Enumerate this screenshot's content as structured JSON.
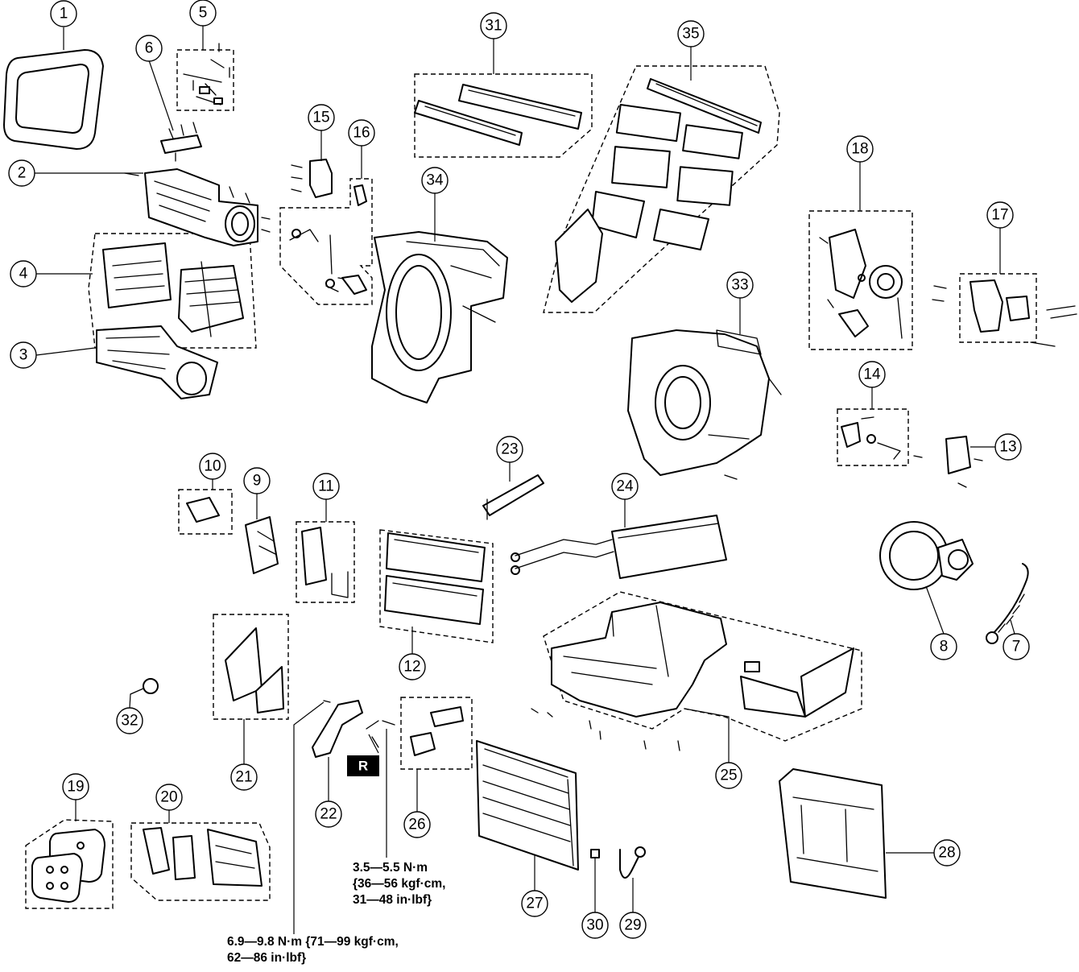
{
  "callouts": [
    "1",
    "2",
    "3",
    "4",
    "5",
    "6",
    "7",
    "8",
    "9",
    "10",
    "11",
    "12",
    "13",
    "14",
    "15",
    "16",
    "17",
    "18",
    "19",
    "20",
    "21",
    "22",
    "23",
    "24",
    "25",
    "26",
    "27",
    "28",
    "29",
    "30",
    "31",
    "32",
    "33",
    "34",
    "35"
  ],
  "badge_r": "R",
  "torque_small": {
    "line1": "3.5—5.5 N·m",
    "line2": "{36—56 kgf·cm,",
    "line3": "31—48 in·lbf}"
  },
  "torque_large": {
    "line1": "6.9—9.8 N·m {71—99 kgf·cm,",
    "line2": "62—86 in·lbf}"
  }
}
